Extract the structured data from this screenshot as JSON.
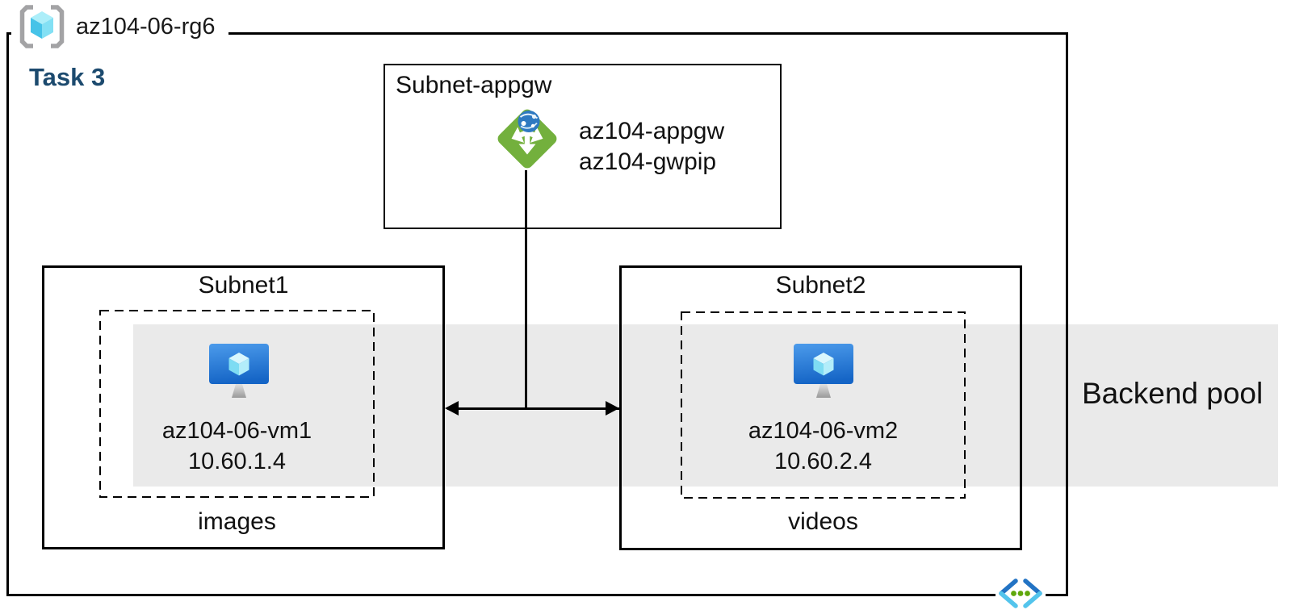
{
  "resource_group": {
    "name": "az104-06-rg6",
    "task_label": "Task 3"
  },
  "gateway_subnet": {
    "name": "Subnet-appgw",
    "gateway_name": "az104-appgw",
    "gateway_public_ip": "az104-gwpip"
  },
  "subnet1": {
    "name": "Subnet1",
    "vm_name": "az104-06-vm1",
    "vm_ip": "10.60.1.4",
    "container_label": "images"
  },
  "subnet2": {
    "name": "Subnet2",
    "vm_name": "az104-06-vm2",
    "vm_ip": "10.60.2.4",
    "container_label": "videos"
  },
  "backend_pool": {
    "label": "Backend pool"
  },
  "icons": {
    "resource_group": "resource-group-icon",
    "application_gateway": "application-gateway-icon",
    "virtual_machine": "virtual-machine-icon",
    "virtual_network": "virtual-network-icon"
  },
  "colors": {
    "backend_pool_band": "#EAEAEA",
    "task_label_blue": "#1C4A6E",
    "appgw_green": "#73B03D",
    "appgw_globe_blue": "#2E79C1",
    "vm_screen_top": "#4C9BEB",
    "vm_screen_bottom": "#1565C6",
    "vnet_dark_blue": "#2273C4",
    "vnet_light_cyan": "#53C4EC",
    "vnet_dot_green": "#5FA80D",
    "rg_bracket_gray": "#A3A3A5",
    "cube_top_cyan": "#ACEEF9",
    "outline_black": "#000000"
  }
}
